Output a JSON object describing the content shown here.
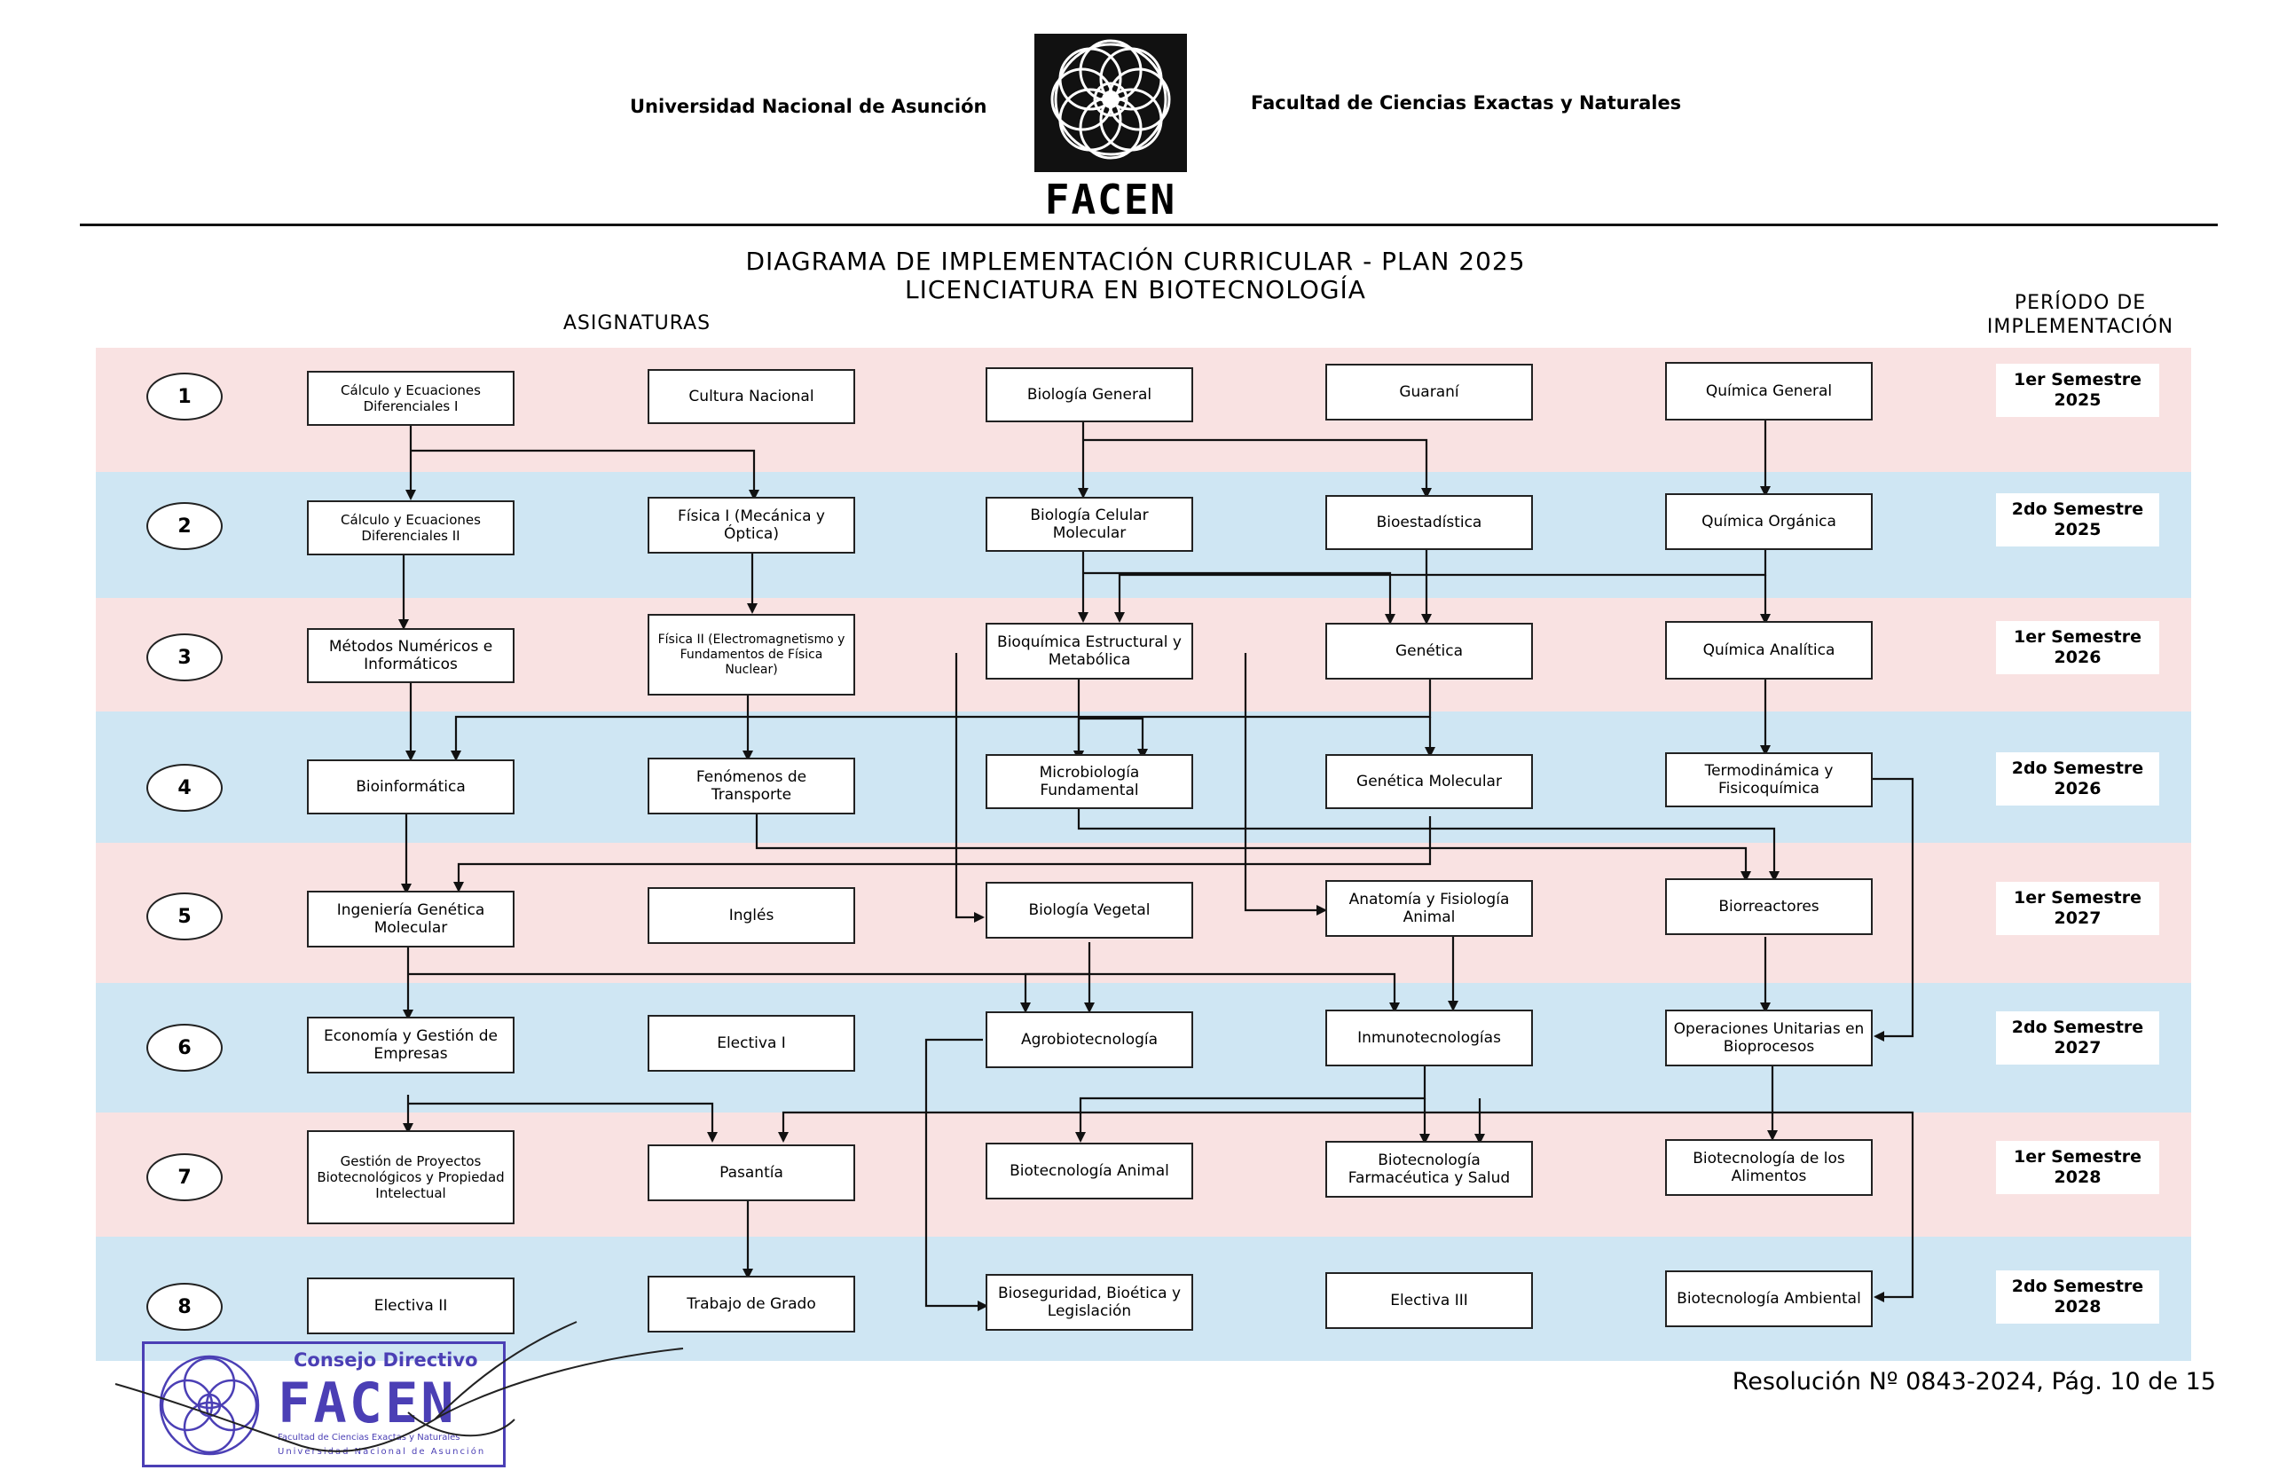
{
  "header": {
    "university": "Universidad Nacional de Asunción",
    "faculty": "Facultad de Ciencias Exactas y Naturales",
    "logo_text": "FACEN"
  },
  "title": {
    "line1": "DIAGRAMA DE IMPLEMENTACIÓN CURRICULAR - PLAN 2025",
    "line2": "LICENCIATURA EN BIOTECNOLOGÍA"
  },
  "columns": {
    "subjects": "ASIGNATURAS",
    "period": "PERÍODO DE IMPLEMENTACIÓN"
  },
  "semesters": [
    {
      "number": "1",
      "period": "1er Semestre\n2025"
    },
    {
      "number": "2",
      "period": "2do Semestre\n2025"
    },
    {
      "number": "3",
      "period": "1er Semestre\n2026"
    },
    {
      "number": "4",
      "period": "2do Semestre\n2026"
    },
    {
      "number": "5",
      "period": "1er Semestre\n2027"
    },
    {
      "number": "6",
      "period": "2do Semestre\n2027"
    },
    {
      "number": "7",
      "period": "1er Semestre\n2028"
    },
    {
      "number": "8",
      "period": "2do Semestre\n2028"
    }
  ],
  "subjects": {
    "calc1": "Cálculo y Ecuaciones Diferenciales I",
    "cultura": "Cultura Nacional",
    "biogen": "Biología General",
    "guarani": "Guaraní",
    "quimgen": "Química General",
    "calc2": "Cálculo y Ecuaciones Diferenciales II",
    "fis1": "Física I (Mecánica y Óptica)",
    "biocel": "Biología Celular Molecular",
    "bioest": "Bioestadística",
    "quimorg": "Química Orgánica",
    "metnum": "Métodos Numéricos e Informáticos",
    "fis2": "Física II (Electromagnetismo y Fundamentos de Física Nuclear)",
    "bioquim": "Bioquímica Estructural y Metabólica",
    "genetica": "Genética",
    "quiman": "Química Analítica",
    "bioinf": "Bioinformática",
    "fentrans": "Fenómenos de Transporte",
    "microbio": "Microbiología Fundamental",
    "genmol": "Genética Molecular",
    "termo": "Termodinámica y Fisicoquímica",
    "inggen": "Ingeniería Genética Molecular",
    "ingles": "Inglés",
    "biovege": "Biología Vegetal",
    "anatomia": "Anatomía y Fisiología Animal",
    "biorreact": "Biorreactores",
    "economia": "Economía y Gestión de Empresas",
    "electiva1": "Electiva I",
    "agrobio": "Agrobiotecnología",
    "inmuno": "Inmunotecnologías",
    "opunit": "Operaciones Unitarias en Bioprocesos",
    "gestion": "Gestión de Proyectos Biotecnológicos y Propiedad Intelectual",
    "pasantia": "Pasantía",
    "bioanimal": "Biotecnología Animal",
    "biofarma": "Biotecnología Farmacéutica y Salud",
    "bioalim": "Biotecnología de los Alimentos",
    "electiva2": "Electiva II",
    "trabajo": "Trabajo de Grado",
    "bioseg": "Bioseguridad, Bioética y Legislación",
    "electiva3": "Electiva III",
    "bioamb": "Biotecnología Ambiental"
  },
  "footer": {
    "resolution": "Resolución Nº 0843-2024, Pág. 10 de 15"
  },
  "stamp": {
    "line1": "Consejo Directivo",
    "logo": "FACEN",
    "line2": "Facultad de Ciencias Exactas y Naturales",
    "line3": "Universidad Nacional de Asunción"
  },
  "colors": {
    "band_pink": "#f9e2e2",
    "band_blue": "#cfe6f3",
    "stamp": "#4b3fb5"
  }
}
